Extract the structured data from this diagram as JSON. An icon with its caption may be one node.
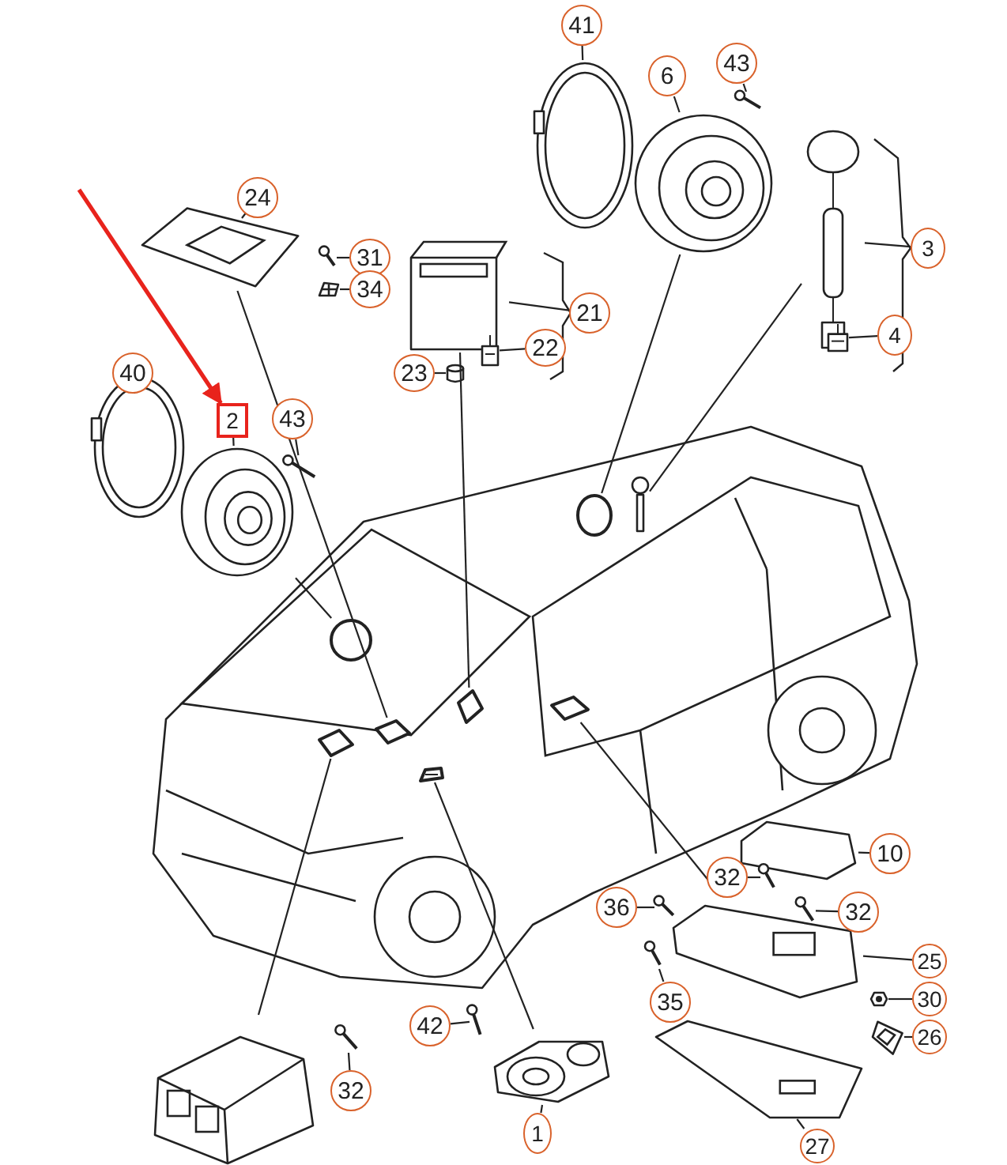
{
  "diagram": {
    "nodes": [
      {
        "text": [
          "41"
        ]
      },
      {
        "text": [],
        "shape": "picture"
      },
      {
        "text": [
          "6"
        ]
      },
      {
        "text": [],
        "shape": "picture"
      },
      {
        "text": [
          "43"
        ]
      },
      {
        "text": [],
        "shape": "picture"
      },
      {
        "text": [
          "24"
        ]
      },
      {
        "text": [],
        "shape": "picture"
      },
      {
        "text": [
          "31"
        ]
      },
      {
        "text": [],
        "shape": "picture"
      },
      {
        "text": [
          "34"
        ]
      },
      {
        "text": [],
        "shape": "picture"
      },
      {
        "text": [
          "3"
        ]
      },
      {
        "text": [],
        "shape": "picture"
      },
      {
        "text": [
          "4"
        ]
      },
      {
        "text": [],
        "shape": "picture"
      },
      {
        "text": [
          "21"
        ]
      },
      {
        "text": [],
        "shape": "picture"
      },
      {
        "text": [
          "22"
        ]
      },
      {
        "text": [],
        "shape": "picture"
      },
      {
        "text": [
          "23"
        ]
      },
      {
        "text": [],
        "shape": "picture"
      },
      {
        "text": [
          "40"
        ]
      },
      {
        "text": [],
        "shape": "picture"
      },
      {
        "text": [
          "2"
        ]
      },
      {
        "text": [],
        "shape": "picture"
      },
      {
        "text": [
          "43"
        ]
      },
      {
        "text": [],
        "shape": "picture"
      },
      {
        "text": [],
        "shape": "picture"
      },
      {
        "text": [],
        "shape": "circle",
        "in": 28
      },
      {
        "text": [],
        "shape": "picture",
        "in": 28
      },
      {
        "text": [],
        "shape": "circle",
        "in": 28
      },
      {
        "text": [],
        "shape": "box",
        "in": 28
      },
      {
        "text": [],
        "shape": "box",
        "in": 28
      },
      {
        "text": [],
        "shape": "box",
        "in": 28
      },
      {
        "text": [],
        "shape": "box",
        "in": 28
      },
      {
        "text": [],
        "shape": "picture",
        "in": 28
      },
      {
        "text": [
          "10"
        ]
      },
      {
        "text": [],
        "shape": "picture"
      },
      {
        "text": [
          "32"
        ]
      },
      {
        "text": [],
        "shape": "picture"
      },
      {
        "text": [
          "36"
        ]
      },
      {
        "text": [],
        "shape": "picture"
      },
      {
        "text": [
          "32"
        ]
      },
      {
        "text": [],
        "shape": "picture"
      },
      {
        "text": [
          "25"
        ]
      },
      {
        "text": [],
        "shape": "picture"
      },
      {
        "text": [
          "35"
        ]
      },
      {
        "text": [],
        "shape": "picture"
      },
      {
        "text": [
          "30"
        ]
      },
      {
        "text": [],
        "shape": "picture"
      },
      {
        "text": [
          "26"
        ]
      },
      {
        "text": [],
        "shape": "picture"
      },
      {
        "text": [
          "27"
        ]
      },
      {
        "text": [],
        "shape": "picture"
      },
      {
        "text": [
          "42"
        ]
      },
      {
        "text": [],
        "shape": "picture"
      },
      {
        "text": [
          "32"
        ]
      },
      {
        "text": [],
        "shape": "picture"
      },
      {
        "text": [
          "1"
        ]
      },
      {
        "text": [],
        "shape": "picture"
      },
      {
        "text": [],
        "shape": "picture"
      }
    ],
    "edges": [
      {
        "from": 0,
        "to": 1,
        "arrow": "none"
      },
      {
        "from": 2,
        "to": 3,
        "arrow": "none"
      },
      {
        "from": 4,
        "to": 5,
        "arrow": "none"
      },
      {
        "from": 6,
        "to": 7,
        "arrow": "none"
      },
      {
        "from": 8,
        "to": 9,
        "arrow": "none"
      },
      {
        "from": 10,
        "to": 11,
        "arrow": "none"
      },
      {
        "from": 12,
        "to": 13,
        "arrow": "none"
      },
      {
        "from": 14,
        "to": 15,
        "arrow": "none"
      },
      {
        "from": 16,
        "to": 17,
        "arrow": "none"
      },
      {
        "from": 18,
        "to": 19,
        "arrow": "none"
      },
      {
        "from": 20,
        "to": 21,
        "arrow": "none"
      },
      {
        "from": 22,
        "to": 23,
        "arrow": "none"
      },
      {
        "from": 24,
        "to": 25,
        "arrow": "none"
      },
      {
        "from": 26,
        "to": 27,
        "arrow": "none"
      },
      {
        "from": 3,
        "to": 29,
        "arrow": "none"
      },
      {
        "from": 13,
        "to": 30,
        "arrow": "none"
      },
      {
        "from": 25,
        "to": 31,
        "arrow": "none"
      },
      {
        "from": 7,
        "to": 32,
        "arrow": "none"
      },
      {
        "from": 17,
        "to": 33,
        "arrow": "none"
      },
      {
        "from": 61,
        "to": 34,
        "arrow": "none"
      },
      {
        "from": 46,
        "to": 35,
        "arrow": "none"
      },
      {
        "from": 60,
        "to": 36,
        "arrow": "none"
      },
      {
        "from": 37,
        "to": 38,
        "arrow": "none"
      },
      {
        "from": 39,
        "to": 40,
        "arrow": "none"
      },
      {
        "from": 41,
        "to": 42,
        "arrow": "none"
      },
      {
        "from": 43,
        "to": 44,
        "arrow": "none"
      },
      {
        "from": 45,
        "to": 46,
        "arrow": "none"
      },
      {
        "from": 47,
        "to": 48,
        "arrow": "none"
      },
      {
        "from": 49,
        "to": 50,
        "arrow": "none"
      },
      {
        "from": 51,
        "to": 52,
        "arrow": "none"
      },
      {
        "from": 53,
        "to": 54,
        "arrow": "none"
      },
      {
        "from": 55,
        "to": 56,
        "arrow": "none"
      },
      {
        "from": 57,
        "to": 58,
        "arrow": "none"
      },
      {
        "from": 59,
        "to": 60,
        "arrow": "none"
      },
      {
        "from": null,
        "to": 24,
        "arrow": "to",
        "style": "thick",
        "color": "#e8231c"
      }
    ]
  }
}
